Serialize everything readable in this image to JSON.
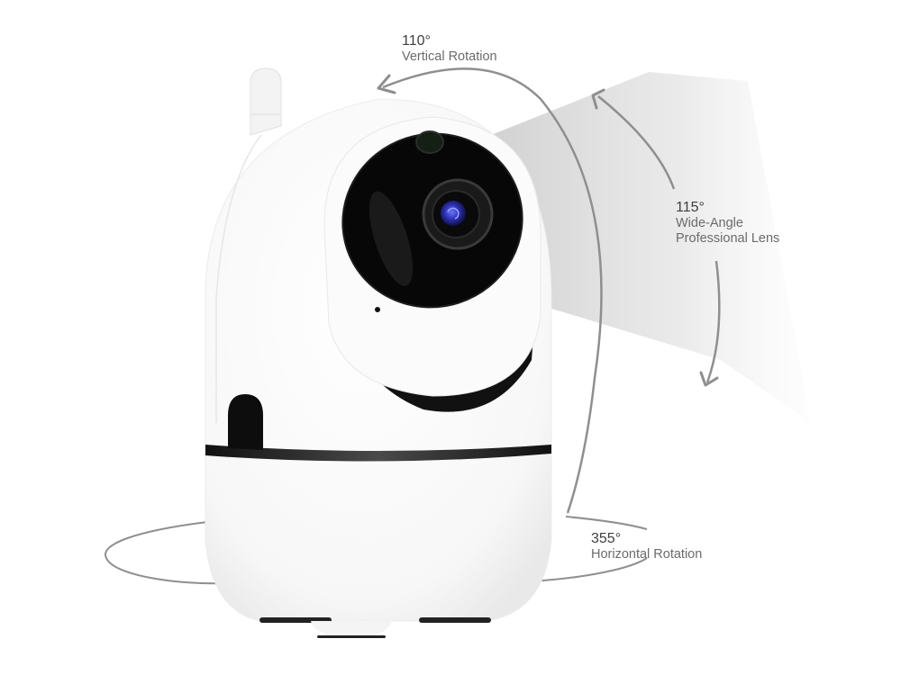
{
  "image": {
    "subject": "White pan-tilt indoor security camera with rotation annotations",
    "colors": {
      "body": "#ffffff",
      "lens_housing": "#0a0a0a",
      "lens_glass": "#2a2fb0",
      "annotation_line": "#8f8f8f",
      "text_primary": "#3f3f3f",
      "text_secondary": "#6b6b6b"
    }
  },
  "annotations": {
    "vertical": {
      "degrees": "110°",
      "label": "Vertical Rotation"
    },
    "wide_angle": {
      "degrees": "115°",
      "label_line1": "Wide-Angle",
      "label_line2": "Professional Lens"
    },
    "horizontal": {
      "degrees": "355°",
      "label": "Horizontal Rotation"
    }
  }
}
